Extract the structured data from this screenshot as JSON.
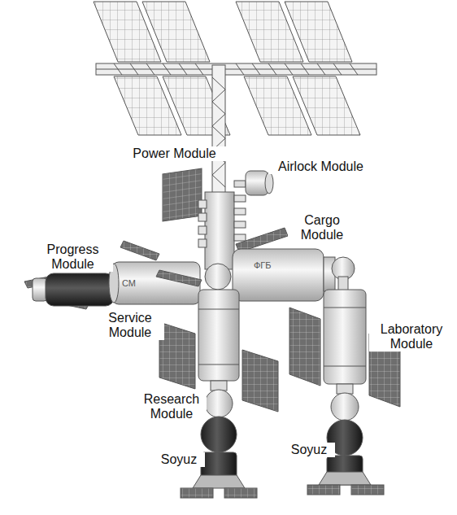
{
  "diagram": {
    "labels": [
      "Power Module",
      "Airlock Module",
      "Cargo Module",
      "Progress Module",
      "СМ",
      "ФГБ",
      "Service Module",
      "Laboratory Module",
      "Research Module",
      "Soyuz",
      "Soyuz"
    ]
  }
}
